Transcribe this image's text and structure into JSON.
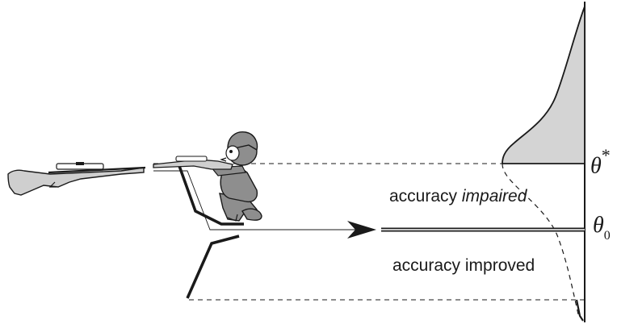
{
  "labels": {
    "accuracy_impaired_prefix": "accuracy ",
    "accuracy_impaired_emph": "impaired",
    "accuracy_improved": "accuracy improved",
    "theta_star_symbol": "θ",
    "theta_star_mark": "*",
    "theta_zero_symbol": "θ",
    "theta_zero_sub": "0"
  },
  "colors": {
    "ink": "#1a1a1a",
    "distribution_fill": "#d4d4d4",
    "figure_fill": "#8e8e8e",
    "gun_fill": "#cfcfcf"
  }
}
